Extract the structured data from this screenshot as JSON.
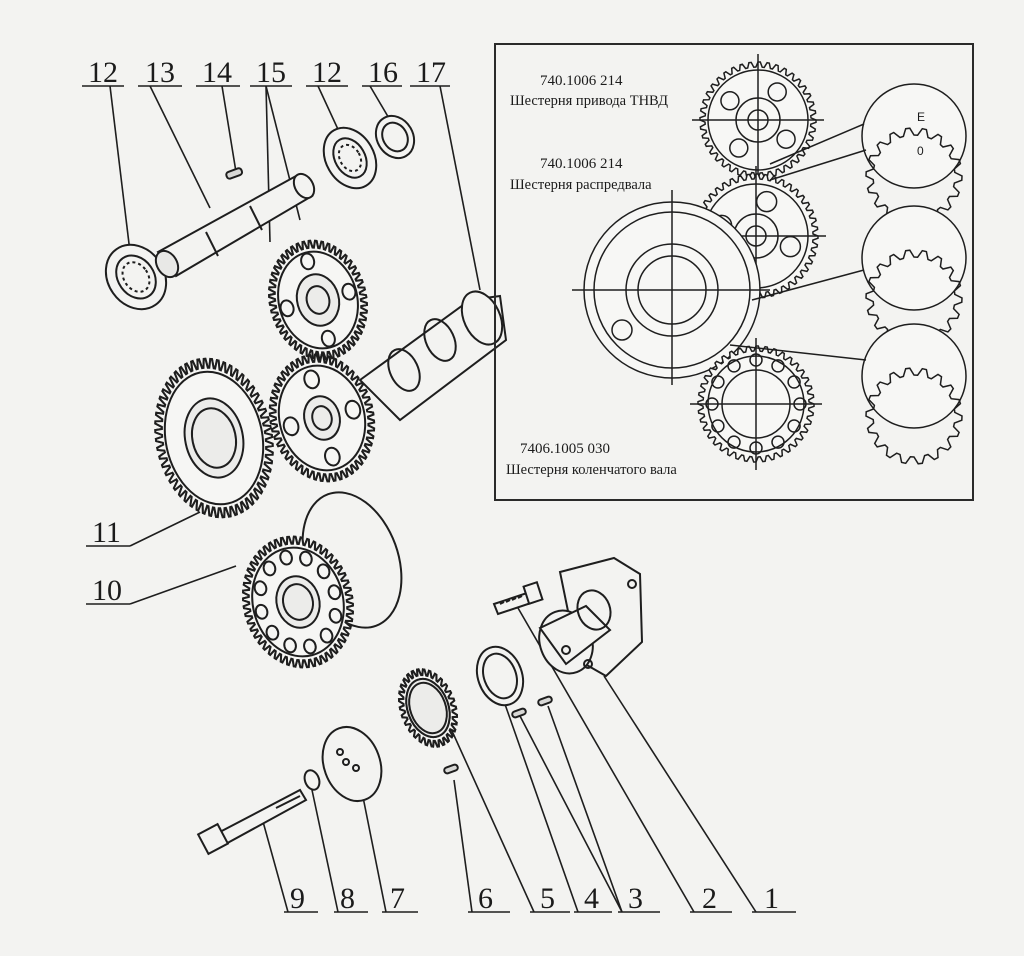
{
  "callouts": {
    "top": [
      "12",
      "13",
      "14",
      "15",
      "12",
      "16",
      "17"
    ],
    "left": [
      "11",
      "10"
    ],
    "bottom": [
      "9",
      "8",
      "7",
      "6",
      "5",
      "4",
      "3",
      "2",
      "1"
    ]
  },
  "inset": {
    "tnvd": {
      "part_no": "740.1006 214",
      "caption": "Шестерня привода ТНВД"
    },
    "cam": {
      "part_no": "740.1006 214",
      "caption": "Шестерня распредвала"
    },
    "crank": {
      "part_no": "7406.1005 030",
      "caption": "Шестерня коленчатого вала"
    },
    "mark_e": "E",
    "mark_0": "0"
  }
}
